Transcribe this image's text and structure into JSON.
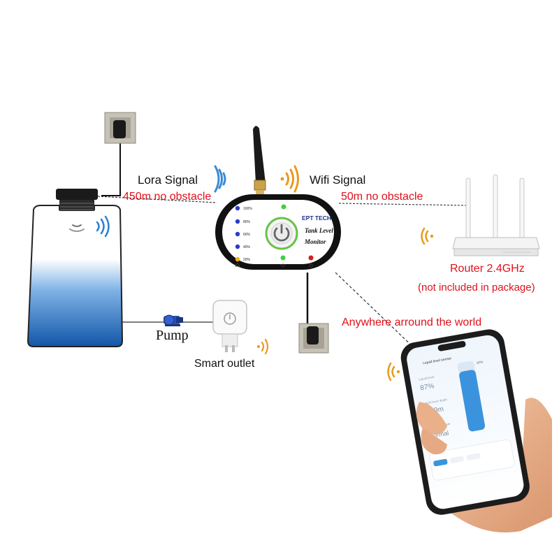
{
  "labels": {
    "lora_signal": "Lora Signal",
    "lora_range": "450m no obstacle",
    "wifi_signal": "Wifi Signal",
    "wifi_range": "50m no obstacle",
    "router": "Router 2.4GHz",
    "router_note": "(not included in package)",
    "anywhere": "Anywhere arround the world",
    "pump": "Pump",
    "smart_outlet": "Smart outlet"
  },
  "monitor": {
    "brand": "EPT TECH",
    "title_line1": "Tank Level",
    "title_line2": "Monitor",
    "levels": [
      "100%",
      "80%",
      "60%",
      "40%",
      "20%"
    ]
  },
  "app": {
    "header": "Liquid level sensor",
    "percent_label": "Liquid level",
    "percent_value": "87%",
    "depth_label": "Liquid level depth",
    "depth_value": "2.09m",
    "state_label": "Liquid level state",
    "state_value": "Normal",
    "bar_value": "87%",
    "fill_fraction": 0.87
  },
  "colors": {
    "red_text": "#e0101a",
    "lora_blue": "#2a7fd4",
    "wifi_orange": "#e89a1e",
    "tank_blue": "#1f6fc2",
    "monitor_led_blue": "#2a3cc8"
  }
}
